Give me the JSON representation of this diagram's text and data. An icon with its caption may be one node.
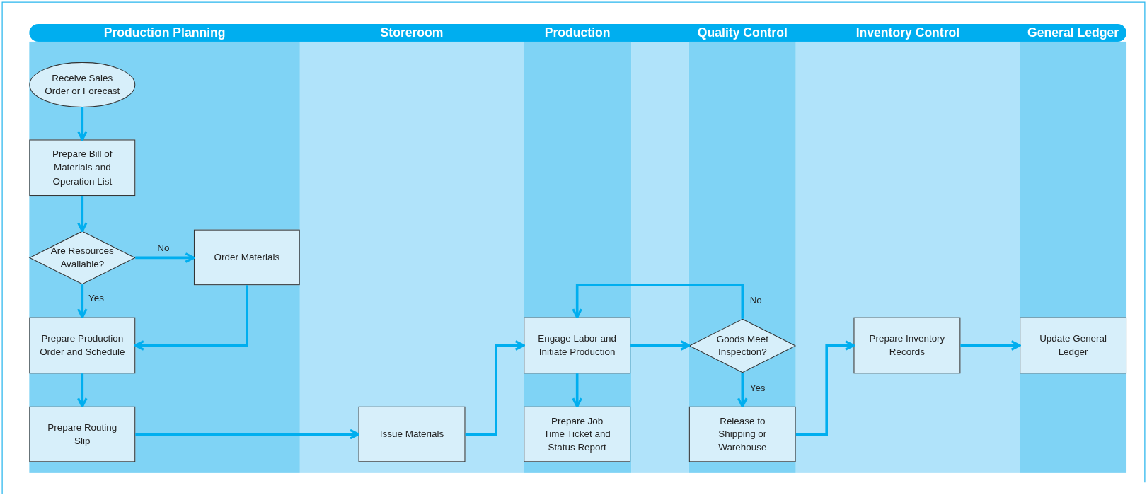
{
  "diagram": {
    "nodes": [
      {
        "text": [
          "Production Planning"
        ]
      },
      {
        "text": [
          "Storeroom"
        ]
      },
      {
        "text": [
          "Production"
        ]
      },
      {
        "text": [
          "Quality Control"
        ]
      },
      {
        "text": [
          "Inventory Control"
        ]
      },
      {
        "text": [
          "General Ledger"
        ]
      },
      {
        "text": [
          "Receive Sales Order or Forecast"
        ],
        "in": 0
      },
      {
        "text": [
          "Prepare Bill of Materials and Operation List"
        ],
        "in": 0
      },
      {
        "text": [
          "Are Resources Available?"
        ],
        "in": 0
      },
      {
        "text": [
          "Order Materials"
        ],
        "in": 0
      },
      {
        "text": [
          "Prepare Production Order and Schedule"
        ],
        "in": 0
      },
      {
        "text": [
          "Prepare Routing Slip"
        ],
        "in": 0
      },
      {
        "text": [
          "Issue Materials"
        ],
        "in": 1
      },
      {
        "text": [
          "Engage Labor and Initiate Production"
        ],
        "in": 2
      },
      {
        "text": [
          "Prepare Job Time Ticket and Status Report"
        ],
        "in": 2
      },
      {
        "text": [
          "Goods Meet Inspection?"
        ],
        "in": 3
      },
      {
        "text": [
          "Release to Shipping or Warehouse"
        ],
        "in": 3
      },
      {
        "text": [
          "Prepare Inventory Records"
        ],
        "in": 4
      },
      {
        "text": [
          "Update General Ledger"
        ],
        "in": 5
      }
    ],
    "edges": [
      {
        "from": 6,
        "to": 7,
        "arrow": "to"
      },
      {
        "from": 7,
        "to": 8,
        "arrow": "to"
      },
      {
        "from": 8,
        "to": 9,
        "arrow": "to",
        "label": "No"
      },
      {
        "from": 8,
        "to": 10,
        "arrow": "to",
        "label": "Yes"
      },
      {
        "from": 9,
        "to": 10,
        "arrow": "to"
      },
      {
        "from": 10,
        "to": 11,
        "arrow": "to"
      },
      {
        "from": 11,
        "to": 12,
        "arrow": "to"
      },
      {
        "from": 12,
        "to": 13,
        "arrow": "to"
      },
      {
        "from": 13,
        "to": 15,
        "arrow": "to"
      },
      {
        "from": 15,
        "to": 13,
        "arrow": "to",
        "label": "No"
      },
      {
        "from": 13,
        "to": 14,
        "arrow": "to"
      },
      {
        "from": 15,
        "to": 16,
        "arrow": "to",
        "label": "Yes"
      },
      {
        "from": 16,
        "to": 17,
        "arrow": "to"
      },
      {
        "from": 17,
        "to": 18,
        "arrow": "to"
      }
    ]
  }
}
